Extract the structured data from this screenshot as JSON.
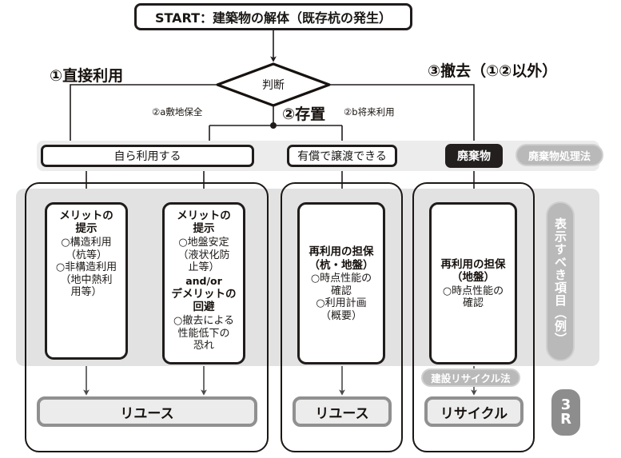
{
  "diagram": {
    "title_box": "START：建築物の解体（既存杭の発生）",
    "decision": "判断",
    "branches": {
      "left_head": "①直接利用",
      "mid_head": "②存置",
      "right_head": "③撤去（①②以外）",
      "mid_left_sub": "②a敷地保全",
      "mid_right_sub": "②b将来利用"
    },
    "middle_row": {
      "use_self": "自ら利用する",
      "transfer_paid": "有償で譲渡できる",
      "waste": "廃棄物",
      "waste_law_badge": "廃棄物処理法"
    },
    "detail_boxes": [
      {
        "name": "merit-structural",
        "title": "メリットの\n提示",
        "title_line1": "メリットの",
        "title_line2": "提示",
        "items": "○構造利用\n（杭等）\n○非構造利用\n（地中熱利\n用等）"
      },
      {
        "name": "merit-demerit-ground",
        "title_line1": "メリットの",
        "title_line2": "提示",
        "items_top": "○地盤安定\n（液状化防\n止等）",
        "andor": "and/or",
        "title2_line1": "デメリットの",
        "title2_line2": "回避",
        "items_bottom": "○撤去による\n性能低下の\n恐れ"
      },
      {
        "name": "reuse-guarantee-pile-ground",
        "title_line1": "再利用の担保",
        "title_line2": "（杭・地盤）",
        "items": "○時点性能の\n確認\n○利用計画\n（概要）"
      },
      {
        "name": "reuse-guarantee-ground",
        "title_line1": "再利用の担保",
        "title_line2": "（地盤）",
        "items": "○時点性能の\n確認"
      }
    ],
    "badges": {
      "construction_recycle_law": "建設リサイクル法",
      "items_to_display": "表示すべき項目（例）",
      "three_r_line1": "3",
      "three_r_line2": "R"
    },
    "results": {
      "reuse_left": "リユース",
      "reuse_mid": "リユース",
      "recycle": "リサイクル"
    },
    "colors": {
      "line": "#201c1b",
      "panel_gray": "#e2e2e2",
      "band_gray": "#ececec",
      "badge_gray": "#b9b9b9",
      "result_border": "#909090",
      "waste_fill": "#231f1e"
    }
  }
}
